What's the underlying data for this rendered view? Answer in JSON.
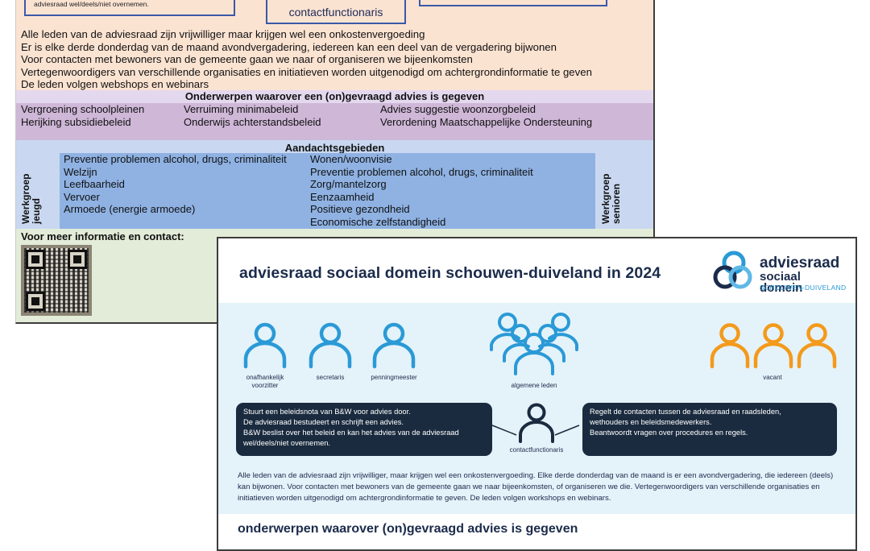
{
  "old_infographic": {
    "top_box_text": "adviesraad wel/deels/niet overnemen.",
    "top_center_role": "contactfunctionaris",
    "info_lines": [
      "Alle leden van de adviesraad zijn vrijwilliger maar krijgen wel een onkostenvergoeding",
      "Er is elke derde donderdag van de maand avondvergadering, iedereen kan een deel van de vergadering bijwonen",
      "Voor contacten met bewoners van de gemeente gaan we naar of organiseren we bijeenkomsten",
      "Vertegenwoordigers van verschillende organisaties en initiatieven worden uitgenodigd om achtergrondinformatie te geven",
      "De leden volgen webshops en webinars"
    ],
    "topics_title": "Onderwerpen waarover een (on)gevraagd advies is gegeven",
    "topics": [
      "Vergroening schoolpleinen",
      "Verruiming minimabeleid",
      "Advies suggestie woonzorgbeleid",
      "Herijking subsidiebeleid",
      "Onderwijs achterstandsbeleid",
      "Verordening Maatschappelijke Ondersteuning"
    ],
    "attention_title": "Aandachtsgebieden",
    "attention_left": [
      "Preventie problemen alcohol, drugs, criminaliteit",
      "Welzijn",
      "Leefbaarheid",
      "Vervoer",
      "Armoede (energie armoede)"
    ],
    "attention_right": [
      "Wonen/woonvisie",
      "Preventie problemen alcohol, drugs, criminaliteit",
      "Zorg/mantelzorg",
      "Eenzaamheid",
      "Positieve gezondheid",
      "Economische zelfstandigheid"
    ],
    "workgroup_left_1": "Werkgroep",
    "workgroup_left_2": "jeugd",
    "workgroup_right_1": "Werkgroep",
    "workgroup_right_2": "senioren",
    "contact_label": "Voor meer informatie en contact:"
  },
  "new_infographic": {
    "title": "adviesraad sociaal domein schouwen-duiveland in 2024",
    "logo": {
      "line1": "adviesraad",
      "line2": "sociaal domein",
      "line3": "SCHOUWEN-DUIVELAND"
    },
    "roles": {
      "chair_1": "onafhankelijk",
      "chair_2": "voorzitter",
      "secretary": "secretaris",
      "treasurer": "penningmeester",
      "members": "algemene leden",
      "vacant": "vacant",
      "contact": "contactfunctionaris"
    },
    "bubble_left": [
      "Stuurt een beleidsnota van B&W voor advies door.",
      "De adviesraad bestudeert en schrijft een advies.",
      "B&W beslist over het beleid en kan het advies van de adviesraad",
      "wel/deels/niet overnemen."
    ],
    "bubble_right": [
      "Regelt de contacten tussen de adviesraad en raadsleden,",
      "wethouders en beleidsmedewerkers.",
      "Beantwoordt vragen over procedures en regels."
    ],
    "paragraph": "Alle leden van de adviesraad zijn vrijwilliger, maar krijgen wel een onkostenvergoeding. Elke derde donderdag van de maand is er een avondvergadering, die iedereen (deels) kan bijwonen. Voor contacten met bewoners van de gemeente gaan we naar bijeenkomsten, of organiseren we die. Vertegenwoordigers van verschillende organisaties en initiatieven worden uitgenodigd om achtergrondinformatie te geven. De leden volgen workshops en webinars.",
    "subtitle": "onderwerpen waarover (on)gevraagd advies is gegeven"
  },
  "colors": {
    "navy": "#1b2b4b",
    "blue_person": "#2a9ad6",
    "orange_person": "#f39a1b",
    "dark_person": "#1b2b3f"
  }
}
